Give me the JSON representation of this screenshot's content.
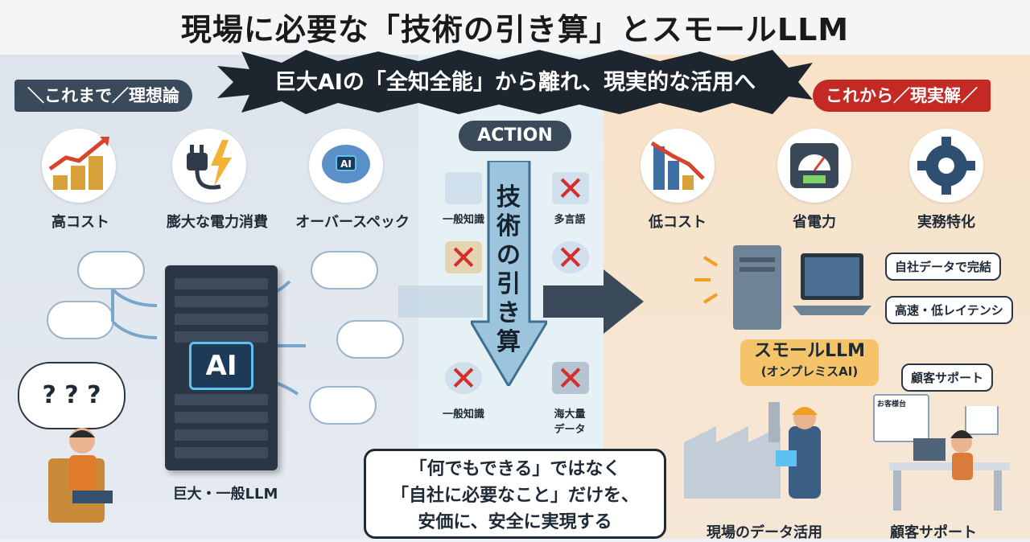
{
  "title": "現場に必要な「技術の引き算」とスモールLLM",
  "banner": "巨大AIの「全知全能」から離れ、現実的な活用へ",
  "left": {
    "label": "＼これまで／理想論",
    "items": [
      {
        "caption": "高コスト",
        "icon": "rising-cost-icon"
      },
      {
        "caption": "膨大な電力消費",
        "icon": "power-plug-icon"
      },
      {
        "caption": "オーバースペック",
        "icon": "brain-ai-icon"
      }
    ],
    "server_badge": "AI",
    "server_caption": "巨大・一般LLM",
    "question_marks": "? ? ?"
  },
  "middle": {
    "action": "ACTION",
    "vertical_title": "技術の引き算",
    "top_items": [
      {
        "caption": "一般知識",
        "icon": "head-knowledge-icon"
      },
      {
        "caption": "多言語",
        "icon": "translate-icon"
      }
    ],
    "bottom_items": [
      {
        "caption": "一般知識",
        "icon": "globe-icon"
      },
      {
        "caption": "海大量\nデータ",
        "icon": "database-icon"
      }
    ],
    "callout": [
      "「何でもできる」ではなく",
      "「自社に必要なこと」だけを、",
      "安価に、安全に実現する"
    ]
  },
  "right": {
    "label": "これから／現実解／",
    "items": [
      {
        "caption": "低コスト",
        "icon": "falling-cost-icon"
      },
      {
        "caption": "省電力",
        "icon": "meter-icon"
      },
      {
        "caption": "実務特化",
        "icon": "gear-icon"
      }
    ],
    "bubbles": [
      "自社データで完結",
      "高速・低レイテンシ"
    ],
    "small_llm": "スモールLLM",
    "small_llm_sub": "(オンプレミスAI)",
    "support_bubble": "顧客サポート",
    "report_label": "お客様台",
    "bottom_captions": [
      "現場のデータ活用",
      "顧客サポート"
    ]
  },
  "colors": {
    "dark": "#3b4a5a",
    "red": "#c42a24",
    "orange": "#f5c46a",
    "accent_blue": "#5fc1f0"
  }
}
